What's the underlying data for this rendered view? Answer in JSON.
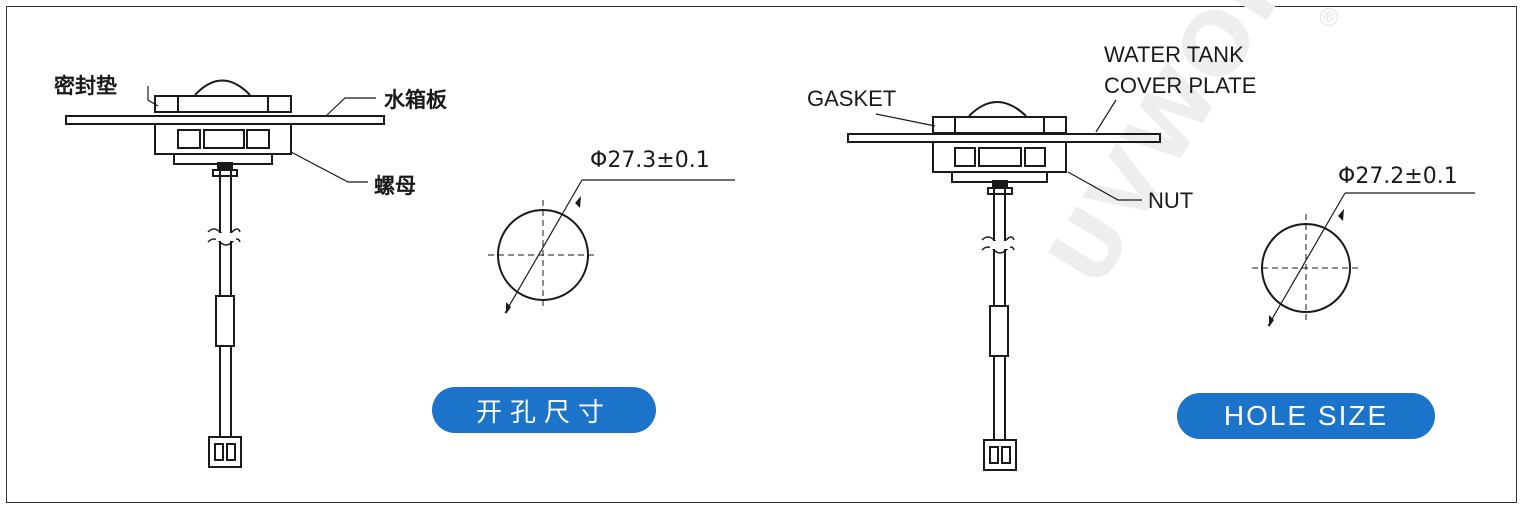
{
  "left_panel": {
    "gasket_label": "密封垫",
    "plate_label": "水箱板",
    "nut_label": "螺母",
    "dimension": "Φ27.3±0.1",
    "badge": "开孔尺寸"
  },
  "right_panel": {
    "gasket_label": "GASKET",
    "plate_label_line1": "WATER TANK",
    "plate_label_line2": "COVER PLATE",
    "nut_label": "NUT",
    "dimension": "Φ27.2±0.1",
    "badge": "HOLE SIZE"
  },
  "watermark": {
    "text": "UVWORKS",
    "mark": "®"
  },
  "colors": {
    "badge_bg": "#1b74c9",
    "badge_text": "#ffffff",
    "line": "#1a1a1a",
    "watermark": "#eeeeee"
  }
}
